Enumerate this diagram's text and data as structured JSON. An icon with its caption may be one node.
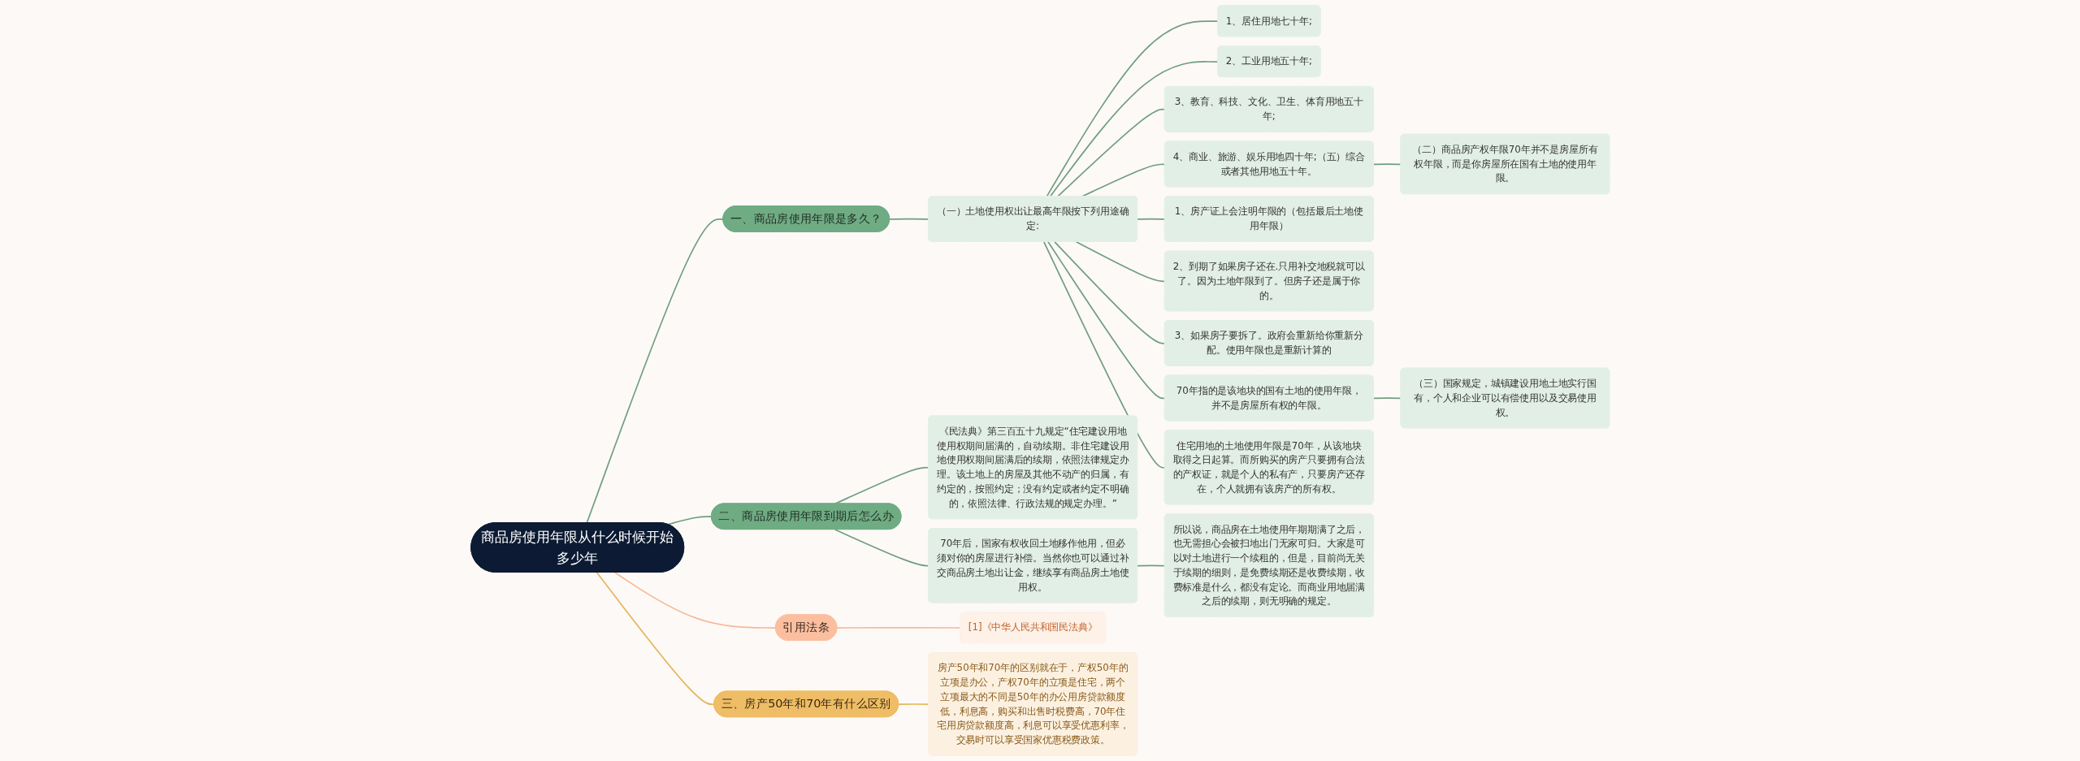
{
  "diagram": {
    "nodes": [
      {
        "text": [
          "商品房使用年限从什么时候开始多少年"
        ]
      },
      {
        "text": [
          "一、商品房使用年限是多久？"
        ]
      },
      {
        "text": [
          "（一）土地使用权出让最高年限按下列用途确定:"
        ]
      },
      {
        "text": [
          "1、居住用地七十年;"
        ]
      },
      {
        "text": [
          "2、工业用地五十年;"
        ]
      },
      {
        "text": [
          "3、教育、科技、文化、卫生、体育用地五十年;"
        ]
      },
      {
        "text": [
          "4、商业、旅游、娱乐用地四十年;（五）综合或者其他用地五十年。"
        ]
      },
      {
        "text": [
          "（二）商品房产权年限70年并不是房屋所有权年限，而是你房屋所在国有土地的使用年限。"
        ]
      },
      {
        "text": [
          "1、房产证上会注明年限的（包括最后土地使用年限）"
        ]
      },
      {
        "text": [
          "2、到期了如果房子还在.只用补交地税就可以了。因为土地年限到了。但房子还是属于你的。"
        ]
      },
      {
        "text": [
          "3、如果房子要拆了。政府会重新给你重新分配。使用年限也是重新计算的"
        ]
      },
      {
        "text": [
          "70年指的是该地块的国有土地的使用年限，并不是房屋所有权的年限。"
        ]
      },
      {
        "text": [
          "（三）国家规定，城镇建设用地土地实行国有，个人和企业可以有偿使用以及交易使用权。"
        ]
      },
      {
        "text": [
          "住宅用地的土地使用年限是70年，从该地块取得之日起算。而所购买的房产只要拥有合法的产权证，就是个人的私有产，只要房产还存在，个人就拥有该房产的所有权。"
        ]
      },
      {
        "text": [
          "二、商品房使用年限到期后怎么办"
        ]
      },
      {
        "text": [
          "《民法典》第三百五十九规定“住宅建设用地使用权期间届满的，自动续期。非住宅建设用地使用权期间届满后的续期，依照法律规定办理。该土地上的房屋及其他不动产的归属，有约定的，按照约定；没有约定或者约定不明确的，依照法律、行政法规的规定办理。”"
        ]
      },
      {
        "text": [
          "70年后，国家有权收回土地移作他用，但必须对你的房屋进行补偿。当然你也可以通过补交商品房土地出让金，继续享有商品房土地使用权。"
        ]
      },
      {
        "text": [
          "所以说，商品房在土地使用年期期满了之后，也无需担心会被扫地出门无家可归。大家是可以对土地进行一个续租的，但是，目前尚无关于续期的细则，是免费续期还是收费续期，收费标准是什么，都没有定论。而商业用地届满之后的续期，则无明确的规定。"
        ]
      },
      {
        "text": [
          "引用法条"
        ]
      },
      {
        "text": [
          "[1]《中华人民共和国民法典》"
        ]
      },
      {
        "text": [
          "三、房产50年和70年有什么区别"
        ]
      },
      {
        "text": [
          "房产50年和70年的区别就在于，产权50年的立项是办公，产权70年的立项是住宅，两个立项最大的不同是50年的办公用房贷款额度低，利息高，购买和出售时税费高，70年住宅用房贷款额度高，利息可以享受优惠利率，交易时可以享受国家优惠税费政策。"
        ]
      }
    ],
    "edges": [
      {
        "from": 0,
        "to": 1,
        "arrow": "none"
      },
      {
        "from": 1,
        "to": 2,
        "arrow": "none"
      },
      {
        "from": 2,
        "to": 3,
        "arrow": "none"
      },
      {
        "from": 2,
        "to": 4,
        "arrow": "none"
      },
      {
        "from": 2,
        "to": 5,
        "arrow": "none"
      },
      {
        "from": 2,
        "to": 6,
        "arrow": "none"
      },
      {
        "from": 6,
        "to": 7,
        "arrow": "none"
      },
      {
        "from": 2,
        "to": 8,
        "arrow": "none"
      },
      {
        "from": 2,
        "to": 9,
        "arrow": "none"
      },
      {
        "from": 2,
        "to": 10,
        "arrow": "none"
      },
      {
        "from": 2,
        "to": 11,
        "arrow": "none"
      },
      {
        "from": 11,
        "to": 12,
        "arrow": "none"
      },
      {
        "from": 2,
        "to": 13,
        "arrow": "none"
      },
      {
        "from": 0,
        "to": 14,
        "arrow": "none"
      },
      {
        "from": 14,
        "to": 15,
        "arrow": "none"
      },
      {
        "from": 14,
        "to": 16,
        "arrow": "none"
      },
      {
        "from": 16,
        "to": 17,
        "arrow": "none"
      },
      {
        "from": 0,
        "to": 18,
        "arrow": "none",
        "color": "#f4b996"
      },
      {
        "from": 18,
        "to": 19,
        "arrow": "none",
        "color": "#f4b996"
      },
      {
        "from": 0,
        "to": 20,
        "arrow": "none",
        "color": "#e3b65a"
      },
      {
        "from": 20,
        "to": 21,
        "arrow": "none",
        "color": "#e3b65a"
      }
    ]
  }
}
